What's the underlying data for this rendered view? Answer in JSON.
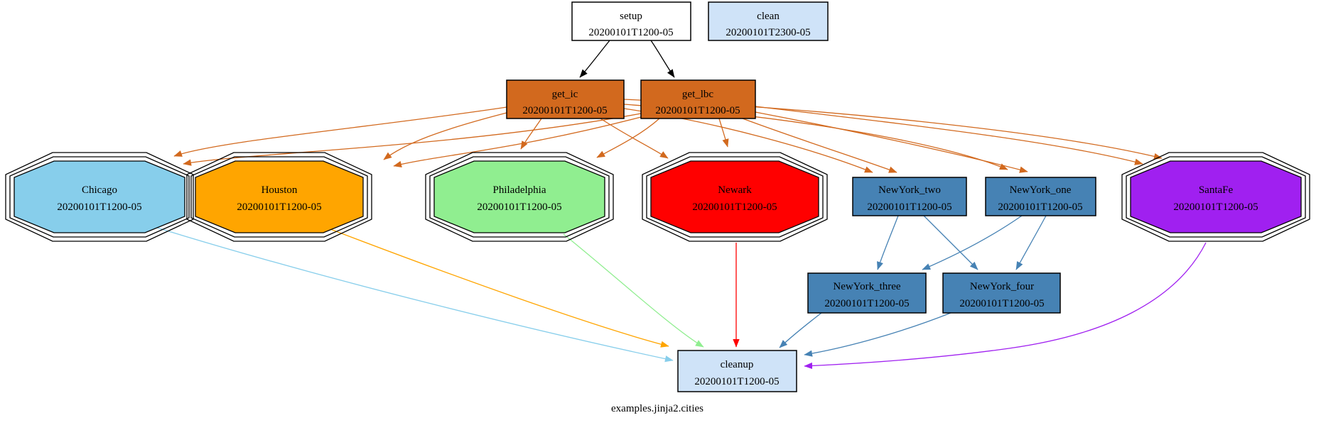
{
  "graph": {
    "caption": "examples.jinja2.cities",
    "colors": {
      "black": "#000000",
      "chocolate": "#d2691e",
      "steelblue": "#4682b4",
      "skyblue": "#87ceeb",
      "orange": "#ffa500",
      "lightgreen": "#90ee90",
      "red": "#ff0000",
      "purple": "#a020f0",
      "paleblue": "#cfe3f8",
      "white": "#ffffff"
    },
    "nodes": {
      "setup": {
        "name": "setup",
        "cycle": "20200101T1200-05",
        "shape": "box",
        "fill": "#ffffff"
      },
      "clean": {
        "name": "clean",
        "cycle": "20200101T2300-05",
        "shape": "box",
        "fill": "#cfe3f8"
      },
      "get_ic": {
        "name": "get_ic",
        "cycle": "20200101T1200-05",
        "shape": "box",
        "fill": "#d2691e"
      },
      "get_lbc": {
        "name": "get_lbc",
        "cycle": "20200101T1200-05",
        "shape": "box",
        "fill": "#d2691e"
      },
      "Chicago": {
        "name": "Chicago",
        "cycle": "20200101T1200-05",
        "shape": "tripleoctagon",
        "fill": "#87ceeb"
      },
      "Houston": {
        "name": "Houston",
        "cycle": "20200101T1200-05",
        "shape": "tripleoctagon",
        "fill": "#ffa500"
      },
      "Philadelphia": {
        "name": "Philadelphia",
        "cycle": "20200101T1200-05",
        "shape": "tripleoctagon",
        "fill": "#90ee90"
      },
      "Newark": {
        "name": "Newark",
        "cycle": "20200101T1200-05",
        "shape": "tripleoctagon",
        "fill": "#ff0000"
      },
      "NewYork_two": {
        "name": "NewYork_two",
        "cycle": "20200101T1200-05",
        "shape": "box",
        "fill": "#4682b4"
      },
      "NewYork_one": {
        "name": "NewYork_one",
        "cycle": "20200101T1200-05",
        "shape": "box",
        "fill": "#4682b4"
      },
      "SantaFe": {
        "name": "SantaFe",
        "cycle": "20200101T1200-05",
        "shape": "tripleoctagon",
        "fill": "#a020f0"
      },
      "NewYork_three": {
        "name": "NewYork_three",
        "cycle": "20200101T1200-05",
        "shape": "box",
        "fill": "#4682b4"
      },
      "NewYork_four": {
        "name": "NewYork_four",
        "cycle": "20200101T1200-05",
        "shape": "box",
        "fill": "#4682b4"
      },
      "cleanup": {
        "name": "cleanup",
        "cycle": "20200101T1200-05",
        "shape": "box",
        "fill": "#cfe3f8"
      }
    },
    "edges": [
      {
        "from": "setup",
        "to": "get_ic",
        "color": "#000000"
      },
      {
        "from": "setup",
        "to": "get_lbc",
        "color": "#000000"
      },
      {
        "from": "get_ic",
        "to": "Chicago",
        "color": "#d2691e"
      },
      {
        "from": "get_ic",
        "to": "Houston",
        "color": "#d2691e"
      },
      {
        "from": "get_ic",
        "to": "Philadelphia",
        "color": "#d2691e"
      },
      {
        "from": "get_ic",
        "to": "Newark",
        "color": "#d2691e"
      },
      {
        "from": "get_ic",
        "to": "NewYork_two",
        "color": "#d2691e"
      },
      {
        "from": "get_ic",
        "to": "NewYork_one",
        "color": "#d2691e"
      },
      {
        "from": "get_ic",
        "to": "SantaFe",
        "color": "#d2691e"
      },
      {
        "from": "get_lbc",
        "to": "Chicago",
        "color": "#d2691e"
      },
      {
        "from": "get_lbc",
        "to": "Houston",
        "color": "#d2691e"
      },
      {
        "from": "get_lbc",
        "to": "Philadelphia",
        "color": "#d2691e"
      },
      {
        "from": "get_lbc",
        "to": "Newark",
        "color": "#d2691e"
      },
      {
        "from": "get_lbc",
        "to": "NewYork_two",
        "color": "#d2691e"
      },
      {
        "from": "get_lbc",
        "to": "NewYork_one",
        "color": "#d2691e"
      },
      {
        "from": "get_lbc",
        "to": "SantaFe",
        "color": "#d2691e"
      },
      {
        "from": "NewYork_two",
        "to": "NewYork_three",
        "color": "#4682b4"
      },
      {
        "from": "NewYork_two",
        "to": "NewYork_four",
        "color": "#4682b4"
      },
      {
        "from": "NewYork_one",
        "to": "NewYork_three",
        "color": "#4682b4"
      },
      {
        "from": "NewYork_one",
        "to": "NewYork_four",
        "color": "#4682b4"
      },
      {
        "from": "Chicago",
        "to": "cleanup",
        "color": "#87ceeb"
      },
      {
        "from": "Houston",
        "to": "cleanup",
        "color": "#ffa500"
      },
      {
        "from": "Philadelphia",
        "to": "cleanup",
        "color": "#90ee90"
      },
      {
        "from": "Newark",
        "to": "cleanup",
        "color": "#ff0000"
      },
      {
        "from": "NewYork_three",
        "to": "cleanup",
        "color": "#4682b4"
      },
      {
        "from": "NewYork_four",
        "to": "cleanup",
        "color": "#4682b4"
      },
      {
        "from": "SantaFe",
        "to": "cleanup",
        "color": "#a020f0"
      }
    ]
  }
}
